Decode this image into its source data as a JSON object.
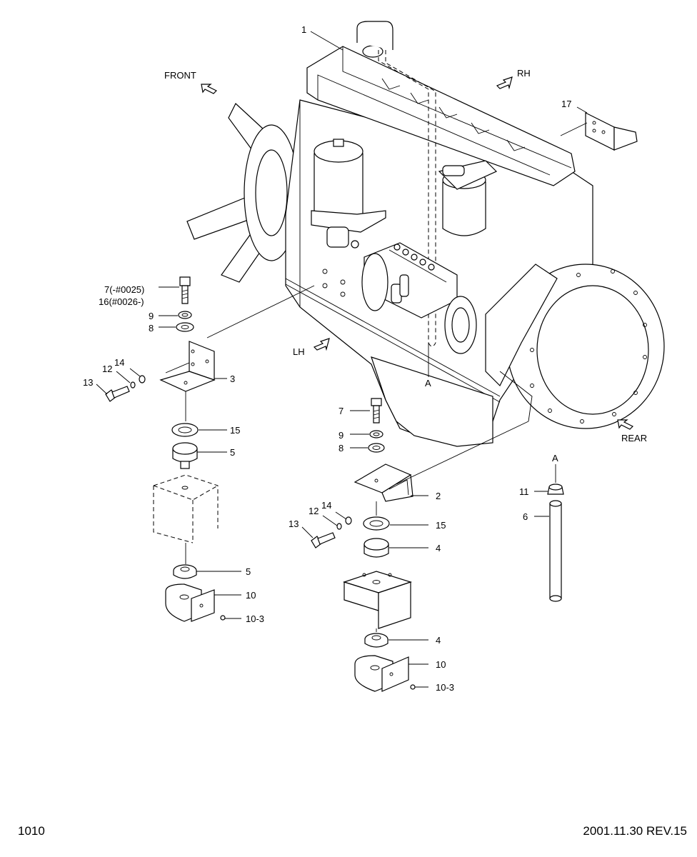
{
  "directions": {
    "front": "FRONT",
    "rh": "RH",
    "lh": "LH",
    "rear": "REAR"
  },
  "callouts": {
    "c1": "1",
    "c17": "17",
    "cA_top": "A",
    "cA_side": "A",
    "left": {
      "c7": "7(-#0025)",
      "c16": "16(#0026-)",
      "c9": "9",
      "c8": "8",
      "c14": "14",
      "c12": "12",
      "c13": "13",
      "c3": "3",
      "c15": "15",
      "c5a": "5",
      "c5b": "5",
      "c10": "10",
      "c10_3": "10-3"
    },
    "right": {
      "c7": "7",
      "c9": "9",
      "c8": "8",
      "c2": "2",
      "c14": "14",
      "c12": "12",
      "c13": "13",
      "c15": "15",
      "c4a": "4",
      "c4b": "4",
      "c10": "10",
      "c10_3": "10-3"
    },
    "side": {
      "c11": "11",
      "c6": "6"
    }
  },
  "footer": {
    "page_number": "1010",
    "revision": "2001.11.30  REV.15"
  }
}
